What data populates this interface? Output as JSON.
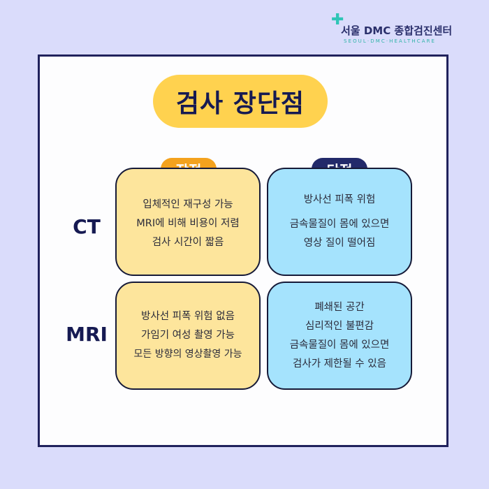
{
  "brand": {
    "name": "서울 DMC 종합검진센터",
    "subtitle": "SEOUL·DMC·HEALTHCARE",
    "cross_glyph": "✚",
    "colors": {
      "cross": "#2fc5b6",
      "subtitle": "#2fb4a8"
    }
  },
  "title": "검사 장단점",
  "columns": {
    "pros": "장점",
    "cons": "단점"
  },
  "rows": [
    {
      "label": "CT",
      "pros": [
        "입체적인 재구성 가능",
        "MRI에 비해 비용이 저렴",
        "검사 시간이 짧음"
      ],
      "cons": [
        "방사선 피폭 위험",
        "",
        "금속물질이 몸에 있으면",
        "영상 질이 떨어짐"
      ]
    },
    {
      "label": "MRI",
      "pros": [
        "방사선 피폭 위험 없음",
        "가임기 여성 촬영 가능",
        "모든 방향의 영상촬영 가능"
      ],
      "cons": [
        "폐쇄된 공간",
        "심리적인 불편감",
        "금속물질이 몸에 있으면",
        "검사가 제한될 수 있음"
      ]
    }
  ]
}
